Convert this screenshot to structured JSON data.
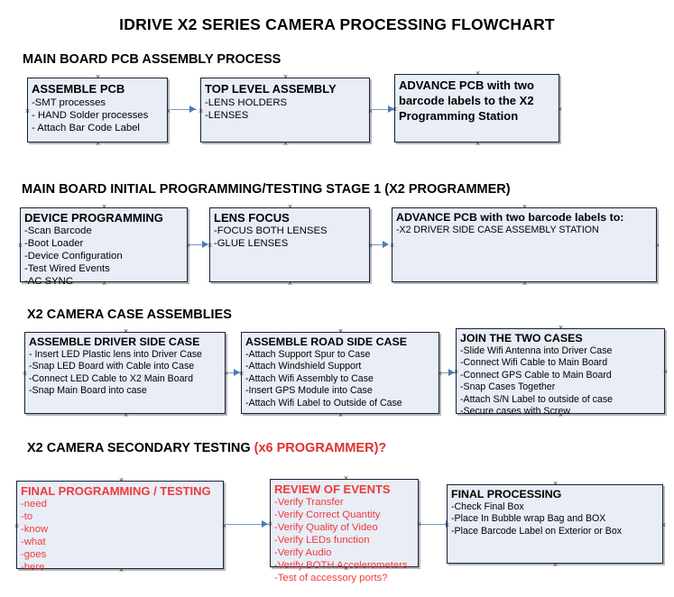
{
  "document": {
    "title": "IDRIVE X2  SERIES CAMERA PROCESSING FLOWCHART"
  },
  "theme": {
    "box_fill": "#e8edf6",
    "box_border": "#16213a",
    "connector": "#7a9ac0",
    "arrow": "#4a7bb5",
    "accent_red": "#ef3a3a",
    "text": "#000000"
  },
  "sections": [
    {
      "heading": "MAIN BOARD PCB ASSEMBLY PROCESS",
      "heading_accent": "",
      "boxes": [
        {
          "title": "ASSEMBLE PCB",
          "lines": [
            "-SMT processes",
            "- HAND Solder processes",
            "- Attach Bar Code Label"
          ]
        },
        {
          "title": "TOP LEVEL ASSEMBLY",
          "lines": [
            "-LENS HOLDERS",
            "-LENSES"
          ]
        },
        {
          "title": "ADVANCE PCB with two barcode labels to the  X2 Programming Station",
          "lines": []
        }
      ]
    },
    {
      "heading": "MAIN BOARD INITIAL PROGRAMMING/TESTING STAGE 1 (X2 PROGRAMMER)",
      "heading_accent": "",
      "boxes": [
        {
          "title": "DEVICE PROGRAMMING",
          "lines": [
            "-Scan Barcode",
            "-Boot Loader",
            "-Device Configuration",
            "-Test Wired Events",
            "-AC SYNC"
          ]
        },
        {
          "title": "LENS FOCUS",
          "lines": [
            "-FOCUS BOTH LENSES",
            "-GLUE LENSES"
          ]
        },
        {
          "title": "ADVANCE PCB with two barcode labels to:",
          "lines": [
            "-X2 DRIVER  SIDE  CASE  ASSEMBLY STATION"
          ]
        }
      ]
    },
    {
      "heading": "X2 CAMERA CASE ASSEMBLIES",
      "heading_accent": "",
      "boxes": [
        {
          "title": "ASSEMBLE DRIVER SIDE CASE",
          "lines": [
            "- Insert LED Plastic lens into Driver Case",
            "-Snap LED Board with Cable into Case",
            "-Connect LED Cable to X2 Main Board",
            "-Snap Main Board into case"
          ]
        },
        {
          "title": "ASSEMBLE ROAD SIDE CASE",
          "lines": [
            "-Attach Support Spur to Case",
            "-Attach Windshield Support",
            "-Attach Wifi Assembly to Case",
            "-Insert GPS Module into Case",
            "-Attach Wifi Label to Outside of Case"
          ]
        },
        {
          "title": "JOIN THE TWO CASES",
          "lines": [
            "-Slide Wifi Antenna into Driver Case",
            "-Connect Wifi Cable to Main Board",
            "-Connect GPS Cable to Main Board",
            "-Snap Cases Together",
            "-Attach S/N Label to outside of case",
            "-Secure cases with Screw"
          ]
        }
      ]
    },
    {
      "heading": "X2 CAMERA SECONDARY TESTING ",
      "heading_accent": "(x6 PROGRAMMER)?",
      "boxes": [
        {
          "title": "FINAL PROGRAMMING / TESTING",
          "lines": [
            "-need",
            "-to",
            "-know",
            "-what",
            "-goes",
            "-here"
          ]
        },
        {
          "title": "REVIEW OF EVENTS",
          "lines": [
            "-Verify Transfer",
            "-Verify Correct Quantity",
            "-Verify Quality of Video",
            "-Verify LEDs function",
            "-Verify Audio",
            "-Verify BOTH Accelerometers",
            "-Test of accessory ports?"
          ]
        },
        {
          "title": "FINAL PROCESSING",
          "lines": [
            " -Check Final Box",
            "-Place In Bubble wrap Bag and BOX",
            "-Place Barcode Label on Exterior or Box"
          ]
        }
      ]
    }
  ]
}
